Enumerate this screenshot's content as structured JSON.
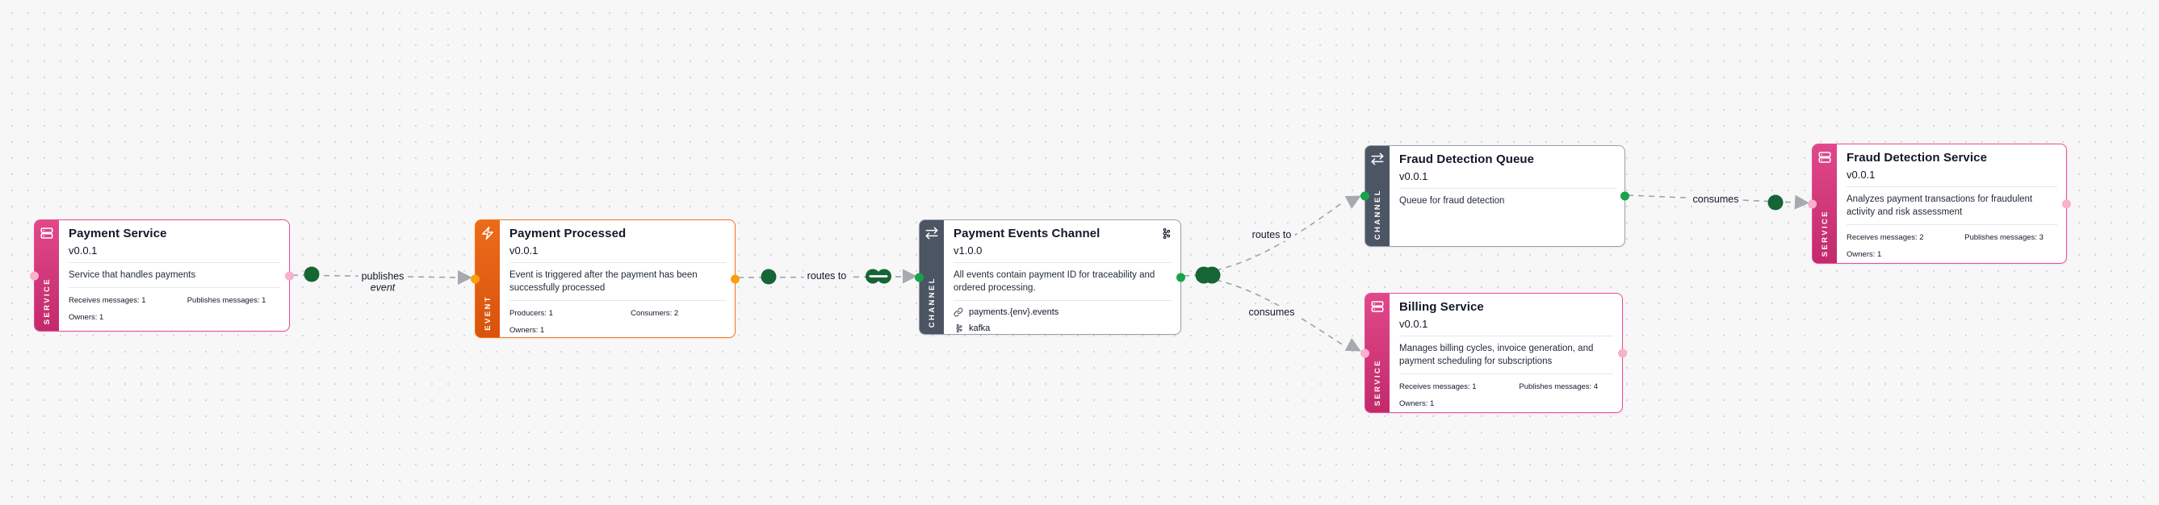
{
  "canvas": {
    "background_color": "#f7f7f8",
    "dot_grid_color": "#d6d6da"
  },
  "colors": {
    "service_accent": "#db2777",
    "service_border": "#ec4899",
    "service_handle": "#f9b1cb",
    "event_accent": "#e2590e",
    "event_border": "#f97316",
    "event_handle": "#f9a00e",
    "channel_accent": "#4b5563",
    "channel_handle": "#16a34a",
    "edge_line": "#9ca3af",
    "edge_dot": "#166534",
    "arrowhead": "#a6aab0"
  },
  "nodes": [
    {
      "id": "payment-service",
      "kind": "service",
      "type_label": "SERVICE",
      "icon": "server-stack-icon",
      "title": "Payment Service",
      "version": "v0.0.1",
      "description": "Service that handles payments",
      "meta": [
        "Receives messages: 1",
        "Publishes messages: 1",
        "Owners: 1"
      ]
    },
    {
      "id": "payment-processed",
      "kind": "event",
      "type_label": "EVENT",
      "icon": "bolt-icon",
      "title": "Payment Processed",
      "version": "v0.0.1",
      "description": "Event is triggered after the payment has been successfully processed",
      "meta": [
        "Producers: 1",
        "Consumers: 2",
        "Owners: 1"
      ]
    },
    {
      "id": "payment-events-channel",
      "kind": "channel",
      "type_label": "CHANNEL",
      "icon": "arrows-right-left-icon",
      "header_icon": "kafka-icon",
      "title": "Payment Events Channel",
      "version": "v1.0.0",
      "description": "All events contain payment ID for traceability and ordered processing.",
      "address": "payments.{env}.events",
      "protocol": "kafka"
    },
    {
      "id": "fraud-detection-queue",
      "kind": "channel",
      "type_label": "CHANNEL",
      "icon": "arrows-right-left-icon",
      "title": "Fraud Detection Queue",
      "version": "v0.0.1",
      "description": "Queue for fraud detection"
    },
    {
      "id": "billing-service",
      "kind": "service",
      "type_label": "SERVICE",
      "icon": "server-stack-icon",
      "title": "Billing Service",
      "version": "v0.0.1",
      "description": "Manages billing cycles, invoice generation, and payment scheduling for subscriptions",
      "meta": [
        "Receives messages: 1",
        "Publishes messages: 4",
        "Owners: 1"
      ]
    },
    {
      "id": "fraud-detection-service",
      "kind": "service",
      "type_label": "SERVICE",
      "icon": "server-stack-icon",
      "title": "Fraud Detection Service",
      "version": "v0.0.1",
      "description": "Analyzes payment transactions for fraudulent activity and risk assessment",
      "meta": [
        "Receives messages: 2",
        "Publishes messages: 3",
        "Owners: 1"
      ]
    }
  ],
  "edges": {
    "publishes_event": {
      "from": "payment-service",
      "to": "payment-processed",
      "label": "publishes",
      "sublabel": "event"
    },
    "routes_to_channel": {
      "from": "payment-processed",
      "to": "payment-events-channel",
      "label": "routes to"
    },
    "routes_to_queue": {
      "from": "payment-events-channel",
      "to": "fraud-detection-queue",
      "label": "routes to"
    },
    "consumes_billing": {
      "from": "payment-events-channel",
      "to": "billing-service",
      "label": "consumes"
    },
    "consumes_fraud": {
      "from": "fraud-detection-queue",
      "to": "fraud-detection-service",
      "label": "consumes"
    }
  }
}
